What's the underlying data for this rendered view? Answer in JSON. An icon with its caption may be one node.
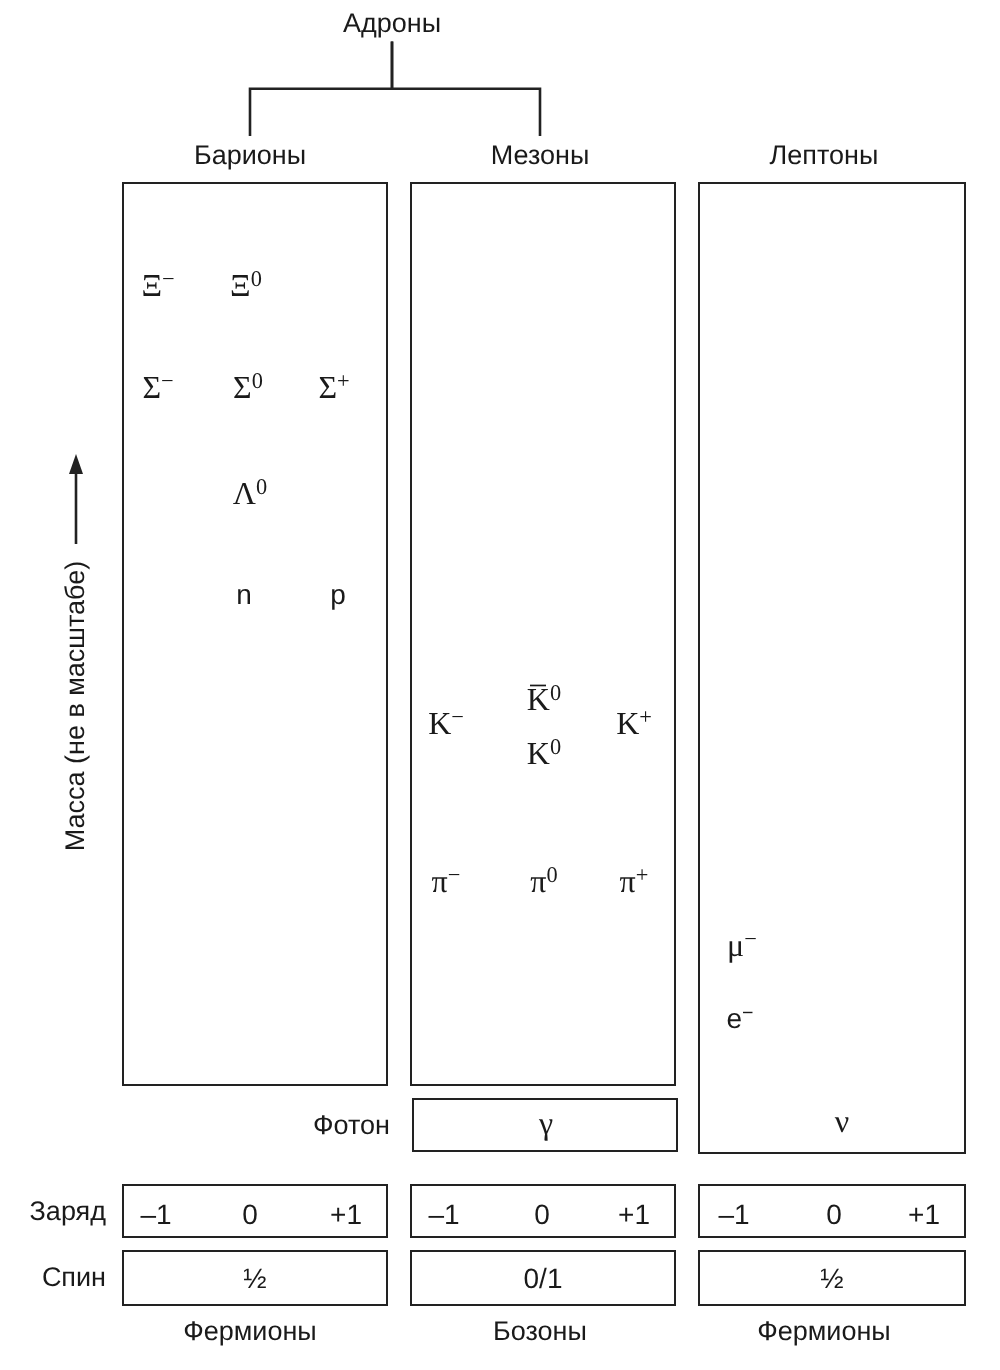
{
  "diagram": {
    "nodes": [
      {
        "text": [
          "Адроны"
        ]
      },
      {
        "text": [
          "Барионы",
          "Ξ$^{−}$",
          "Ξ$^{0}$",
          "Σ$^{−}$",
          "Σ$^{0}$",
          "Σ$^{+}$",
          "Λ$^{0}$",
          "n",
          "p"
        ]
      },
      {
        "text": [
          "Мезоны",
          "K$^{−}$",
          "K̅$^{0}$",
          "K$^{0}$",
          "K$^{+}$",
          "π$^{−}$",
          "π$^{0}$",
          "π$^{+}$"
        ]
      },
      {
        "text": [
          "Лептоны",
          "μ$^{−}$",
          "e$^{−}$",
          "ν"
        ]
      },
      {
        "text": [
          "γ"
        ],
        "beside": [
          "Фотон"
        ]
      },
      {
        "text": [
          "–1",
          "0",
          "+1"
        ]
      },
      {
        "text": [
          "–1",
          "0",
          "+1"
        ]
      },
      {
        "text": [
          "–1",
          "0",
          "+1"
        ]
      },
      {
        "text": [
          "½"
        ],
        "beside": [
          "Фермионы"
        ]
      },
      {
        "text": [
          "0/1"
        ],
        "beside": [
          "Бозоны"
        ]
      },
      {
        "text": [
          "½"
        ],
        "beside": [
          "Фермионы"
        ]
      }
    ],
    "edges": [
      {
        "from": 0,
        "to": 1,
        "arrow": "none"
      },
      {
        "from": 0,
        "to": 2,
        "arrow": "none"
      }
    ],
    "labels": [
      "Масса (не в масштабе)",
      "Заряд",
      "Спин"
    ]
  }
}
